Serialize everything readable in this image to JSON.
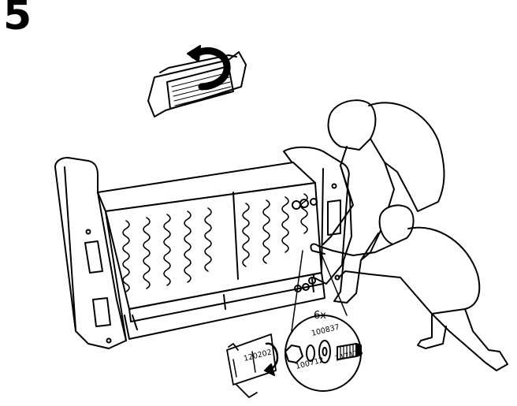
{
  "step": {
    "number": "5"
  },
  "detail": {
    "quantity": "6x",
    "part_numbers": {
      "bracket": "120202",
      "washer_large": "100837",
      "nut": "100712",
      "bolt": "117175"
    }
  },
  "colors": {
    "line": "#000000",
    "background": "#ffffff"
  }
}
